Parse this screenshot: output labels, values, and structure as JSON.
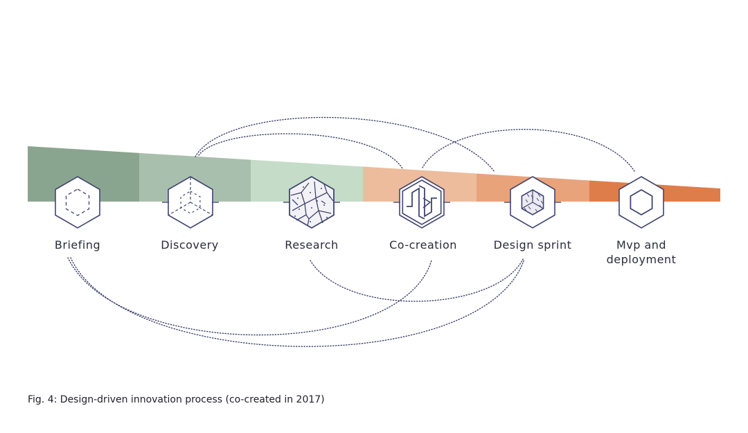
{
  "stages": [
    {
      "label": "Briefing",
      "icon": "dashed-hexagon-icon",
      "band_color": "#8aa58f"
    },
    {
      "label": "Discovery",
      "icon": "cube-icon",
      "band_color": "#a8bfad"
    },
    {
      "label": "Research",
      "icon": "cracked-texture-icon",
      "band_color": "#c4dcc8"
    },
    {
      "label": "Co-creation",
      "icon": "interlocking-shapes-icon",
      "band_color": "#edbc9c"
    },
    {
      "label": "Design sprint",
      "icon": "textured-cube-icon",
      "band_color": "#e8a37b"
    },
    {
      "label": "Mvp and\ndeployment",
      "icon": "nested-hexagon-icon",
      "band_color": "#de7d4a"
    }
  ],
  "caption": "Fig. 4: Design-driven innovation process (co-created in 2017)",
  "colors": {
    "icon_stroke": "#3f4470",
    "connector": "#3a3f6a"
  }
}
